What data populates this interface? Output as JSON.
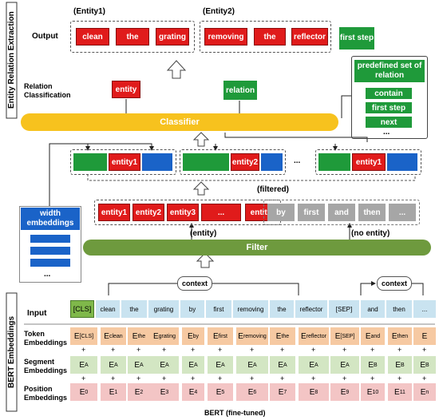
{
  "side_labels": {
    "top": "Entity Relation Extraction",
    "bottom": "BERT Embeddings"
  },
  "entity_labels": {
    "e1": "(Entity1)",
    "e2": "(Entity2)"
  },
  "output": {
    "label": "Output",
    "entity1_words": [
      "clean",
      "the",
      "grating"
    ],
    "entity2_words": [
      "removing",
      "the",
      "reflector"
    ],
    "relation": "first step"
  },
  "relation_classification": {
    "label": "Relation Classification",
    "entity": "entity",
    "relation": "relation"
  },
  "predefined": {
    "title": "predefined set of relation",
    "items": [
      "contain",
      "first step",
      "next"
    ],
    "more": "..."
  },
  "classifier": {
    "label": "Classifier"
  },
  "spans": {
    "items": [
      "entity1",
      "entity2",
      "entity1"
    ],
    "ellipsis": "..."
  },
  "filtered_label": "(filtered)",
  "width_embeddings": {
    "title": "width embeddings",
    "more": "..."
  },
  "entity_row": [
    "entity1",
    "entity2",
    "entity3",
    "...",
    "entity"
  ],
  "no_entity_row": [
    "by",
    "first",
    "and",
    "then",
    "..."
  ],
  "entity_label": "(entity)",
  "no_entity_label": "(no entity)",
  "filter": {
    "label": "Filter"
  },
  "context_label": "context",
  "input": {
    "label": "Input",
    "tokens": [
      "[CLS]",
      "clean",
      "the",
      "grating",
      "by",
      "first",
      "removing",
      "the",
      "reflector",
      "[SEP]",
      "and",
      "then",
      "..."
    ]
  },
  "token_embeddings": {
    "label": "Token Embeddings",
    "items": [
      {
        "base": "E",
        "sub": "[CLS]"
      },
      {
        "base": "E",
        "sub": "clean"
      },
      {
        "base": "E",
        "sub": "the"
      },
      {
        "base": "E",
        "sub": "grating"
      },
      {
        "base": "E",
        "sub": "by"
      },
      {
        "base": "E",
        "sub": "first"
      },
      {
        "base": "E",
        "sub": "removing"
      },
      {
        "base": "E",
        "sub": "the"
      },
      {
        "base": "E",
        "sub": "reflector"
      },
      {
        "base": "E",
        "sub": "[SEP]"
      },
      {
        "base": "E",
        "sub": "and"
      },
      {
        "base": "E",
        "sub": "then"
      },
      {
        "base": "E",
        "sub": ""
      }
    ]
  },
  "segment_embeddings": {
    "label": "Segment Embeddings",
    "items": [
      {
        "base": "E",
        "sub": "A"
      },
      {
        "base": "E",
        "sub": "A"
      },
      {
        "base": "E",
        "sub": "A"
      },
      {
        "base": "E",
        "sub": "A"
      },
      {
        "base": "E",
        "sub": "A"
      },
      {
        "base": "E",
        "sub": "A"
      },
      {
        "base": "E",
        "sub": "A"
      },
      {
        "base": "E",
        "sub": "A"
      },
      {
        "base": "E",
        "sub": "A"
      },
      {
        "base": "E",
        "sub": "A"
      },
      {
        "base": "E",
        "sub": "B"
      },
      {
        "base": "E",
        "sub": "B"
      },
      {
        "base": "E",
        "sub": "B"
      }
    ]
  },
  "position_embeddings": {
    "label": "Position Embeddings",
    "items": [
      {
        "base": "E",
        "sub": "0"
      },
      {
        "base": "E",
        "sub": "1"
      },
      {
        "base": "E",
        "sub": "2"
      },
      {
        "base": "E",
        "sub": "3"
      },
      {
        "base": "E",
        "sub": "4"
      },
      {
        "base": "E",
        "sub": "5"
      },
      {
        "base": "E",
        "sub": "6"
      },
      {
        "base": "E",
        "sub": "7"
      },
      {
        "base": "E",
        "sub": "8"
      },
      {
        "base": "E",
        "sub": "9"
      },
      {
        "base": "E",
        "sub": "10"
      },
      {
        "base": "E",
        "sub": "11"
      },
      {
        "base": "E",
        "sub": "n"
      }
    ]
  },
  "plus": "+",
  "footer": "BERT (fine-tuned)",
  "colors": {
    "red": "#e01b1b",
    "green": "#1f9a3a",
    "blue": "#1a63c8",
    "olive": "#6e9a3e",
    "yellow": "#f7c21e",
    "gray": "#a6a6a6"
  }
}
